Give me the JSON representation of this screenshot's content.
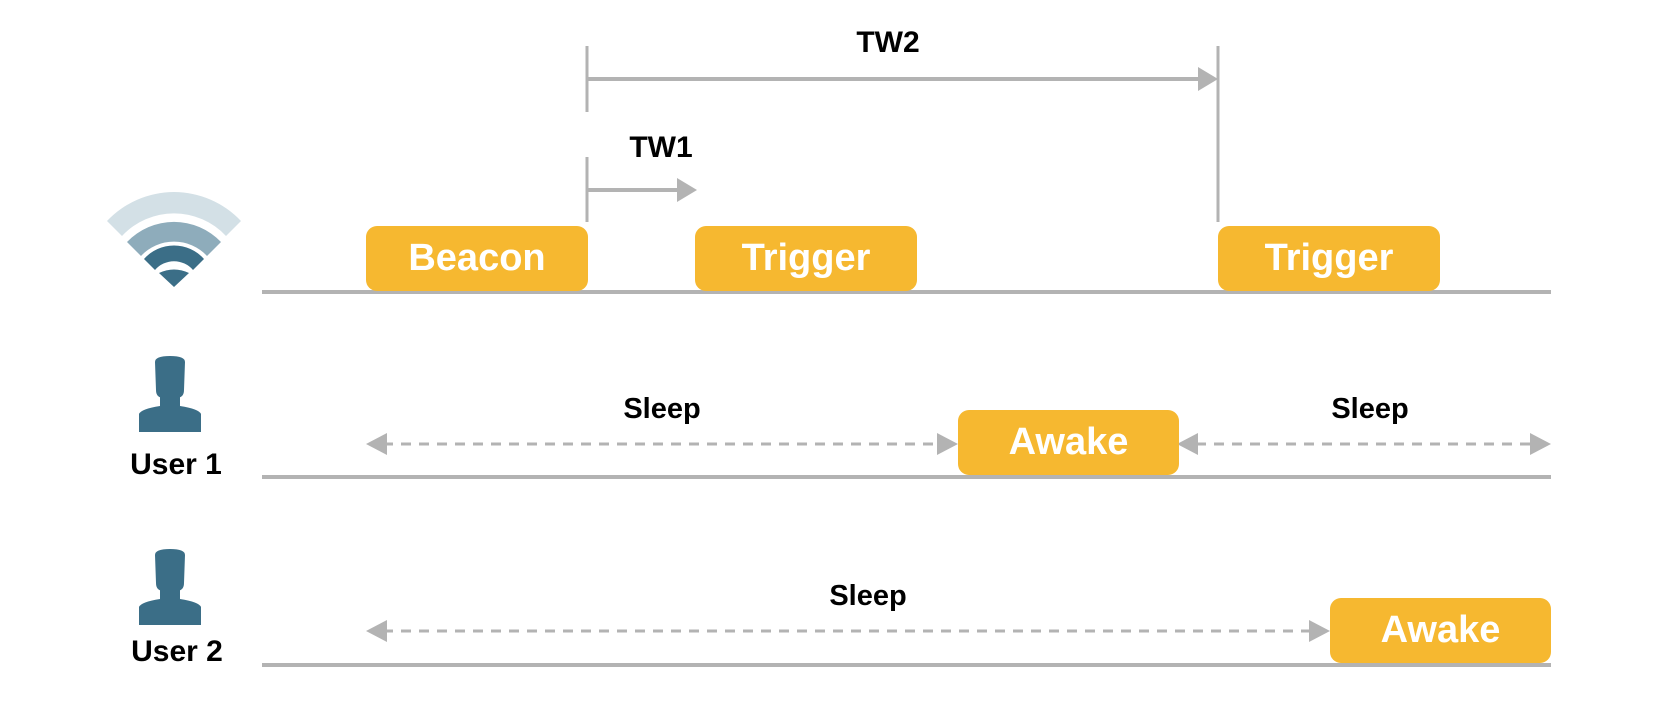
{
  "colors": {
    "box_fill": "#f6b830",
    "box_text": "#ffffff",
    "line": "#b3b3b3",
    "icon": "#3b6e87",
    "wifi_inner": "#3b6e87",
    "wifi_mid": "#8eacbb",
    "wifi_outer": "#d3e0e6"
  },
  "icons": {
    "access_point": "wifi-icon",
    "user": "user-silhouette-icon"
  },
  "timing": {
    "tw2_label": "TW2",
    "tw1_label": "TW1"
  },
  "access_point_row": {
    "frames": [
      {
        "label": "Beacon"
      },
      {
        "label": "Trigger"
      },
      {
        "label": "Trigger"
      }
    ]
  },
  "user1_row": {
    "name": "User 1",
    "sleep_labels": [
      "Sleep",
      "Sleep"
    ],
    "awake_label": "Awake"
  },
  "user2_row": {
    "name": "User 2",
    "sleep_label": "Sleep",
    "awake_label": "Awake"
  }
}
